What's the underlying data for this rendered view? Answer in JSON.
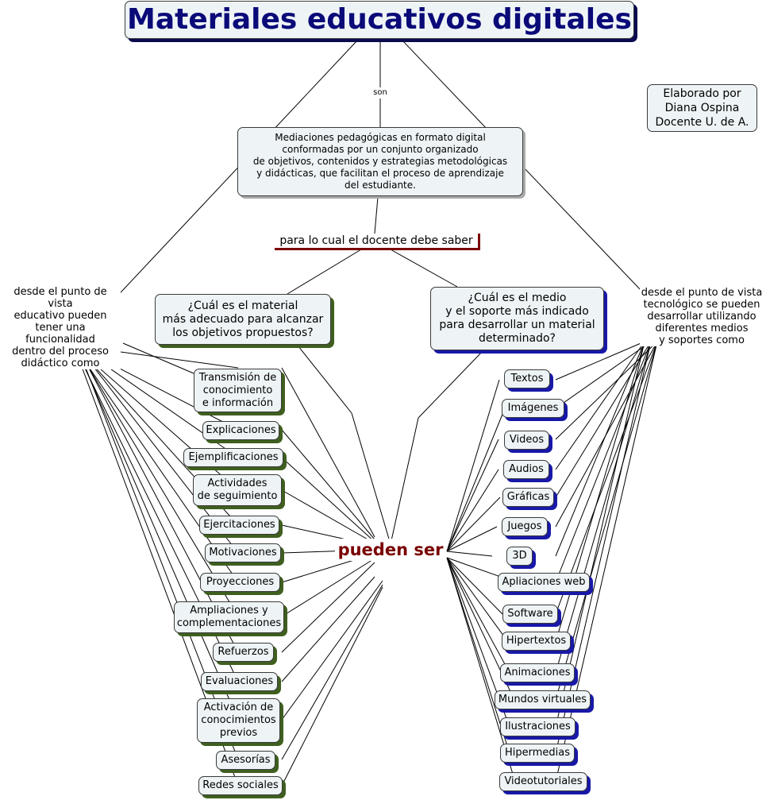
{
  "title": "Materiales educativos digitales",
  "author": "Elaborado por\nDiana Ospina\nDocente U. de A.",
  "connector_son": "son",
  "definition": "Mediaciones pedagógicas en formato digital\nconformadas por un conjunto organizado\nde objetivos, contenidos  y estrategias metodológicas\ny didácticas, que facilitan el proceso de aprendizaje\ndel estudiante.",
  "connector_saber": "para lo cual el docente debe saber",
  "question_left": "¿Cuál es el material\nmás adecuado para alcanzar\nlos objetivos propuestos?",
  "question_right": "¿Cuál es el medio\ny el soporte más indicado\npara desarrollar un material\ndeterminado?",
  "left_label": "desde el punto de vista\neducativo pueden\ntener una funcionalidad\ndentro del  proceso\ndidáctico como",
  "right_label": "desde el punto de vista\ntecnológico se pueden\ndesarrollar utilizando\ndiferentes medios\ny soportes como",
  "center_label": "pueden ser",
  "left_items": [
    "Transmisión de\nconocimiento\ne  información",
    "Explicaciones",
    "Ejemplificaciones",
    "Actividades\nde seguimiento",
    "Ejercitaciones",
    "Motivaciones",
    "Proyecciones",
    "Ampliaciones y\ncomplementaciones",
    "Refuerzos",
    "Evaluaciones",
    "Activación de\nconocimientos\nprevios",
    "Asesorías",
    "Redes sociales"
  ],
  "right_items": [
    "Textos",
    "Imágenes",
    "Videos",
    "Audios",
    "Gráficas",
    "Juegos",
    "3D",
    "Apliaciones web",
    "Software",
    "Hipertextos",
    "Animaciones",
    "Mundos virtuales",
    "Ilustraciones",
    "Hipermedias",
    "Videotutoriales"
  ]
}
